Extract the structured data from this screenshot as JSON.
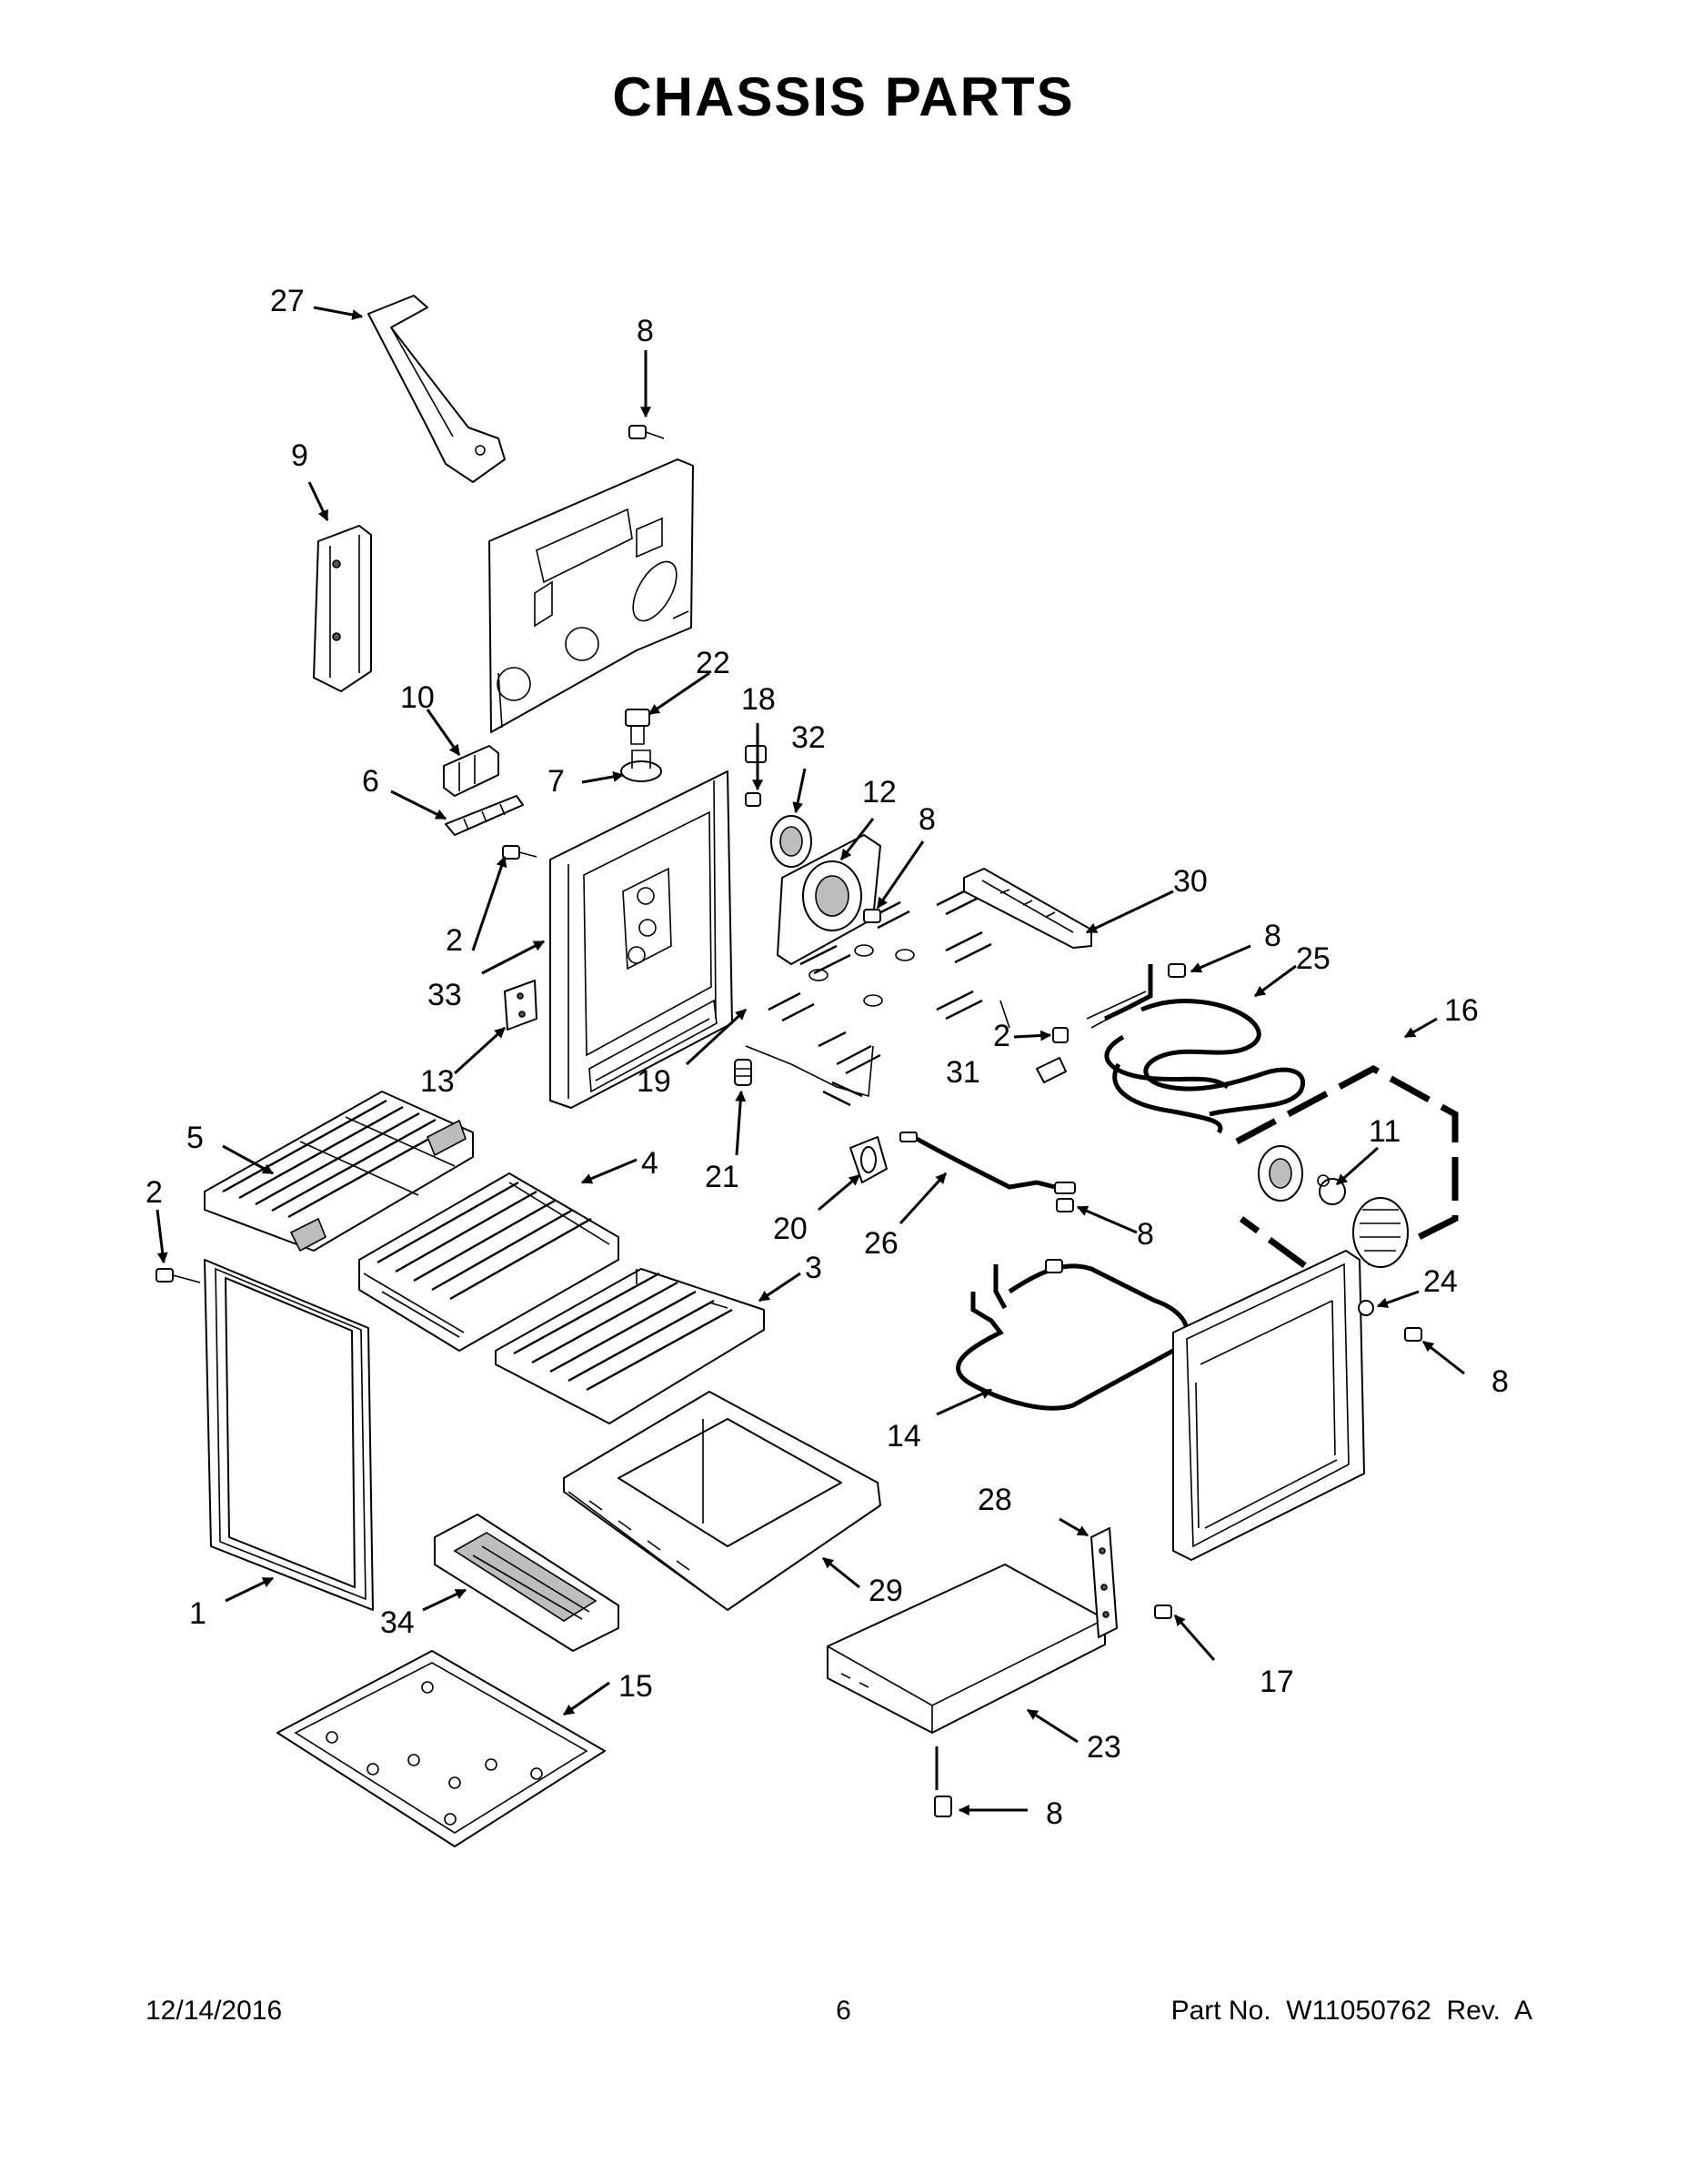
{
  "title": "CHASSIS PARTS",
  "callout_numbers": [
    "1",
    "2",
    "3",
    "4",
    "5",
    "6",
    "7",
    "8",
    "9",
    "10",
    "11",
    "12",
    "13",
    "14",
    "15",
    "16",
    "17",
    "18",
    "19",
    "20",
    "21",
    "22",
    "23",
    "24",
    "25",
    "26",
    "27",
    "28",
    "29",
    "30",
    "31",
    "32",
    "33",
    "34"
  ],
  "footer": {
    "date": "12/14/2016",
    "page": "6",
    "part_no": "Part No.  W11050762  Rev.  A"
  }
}
